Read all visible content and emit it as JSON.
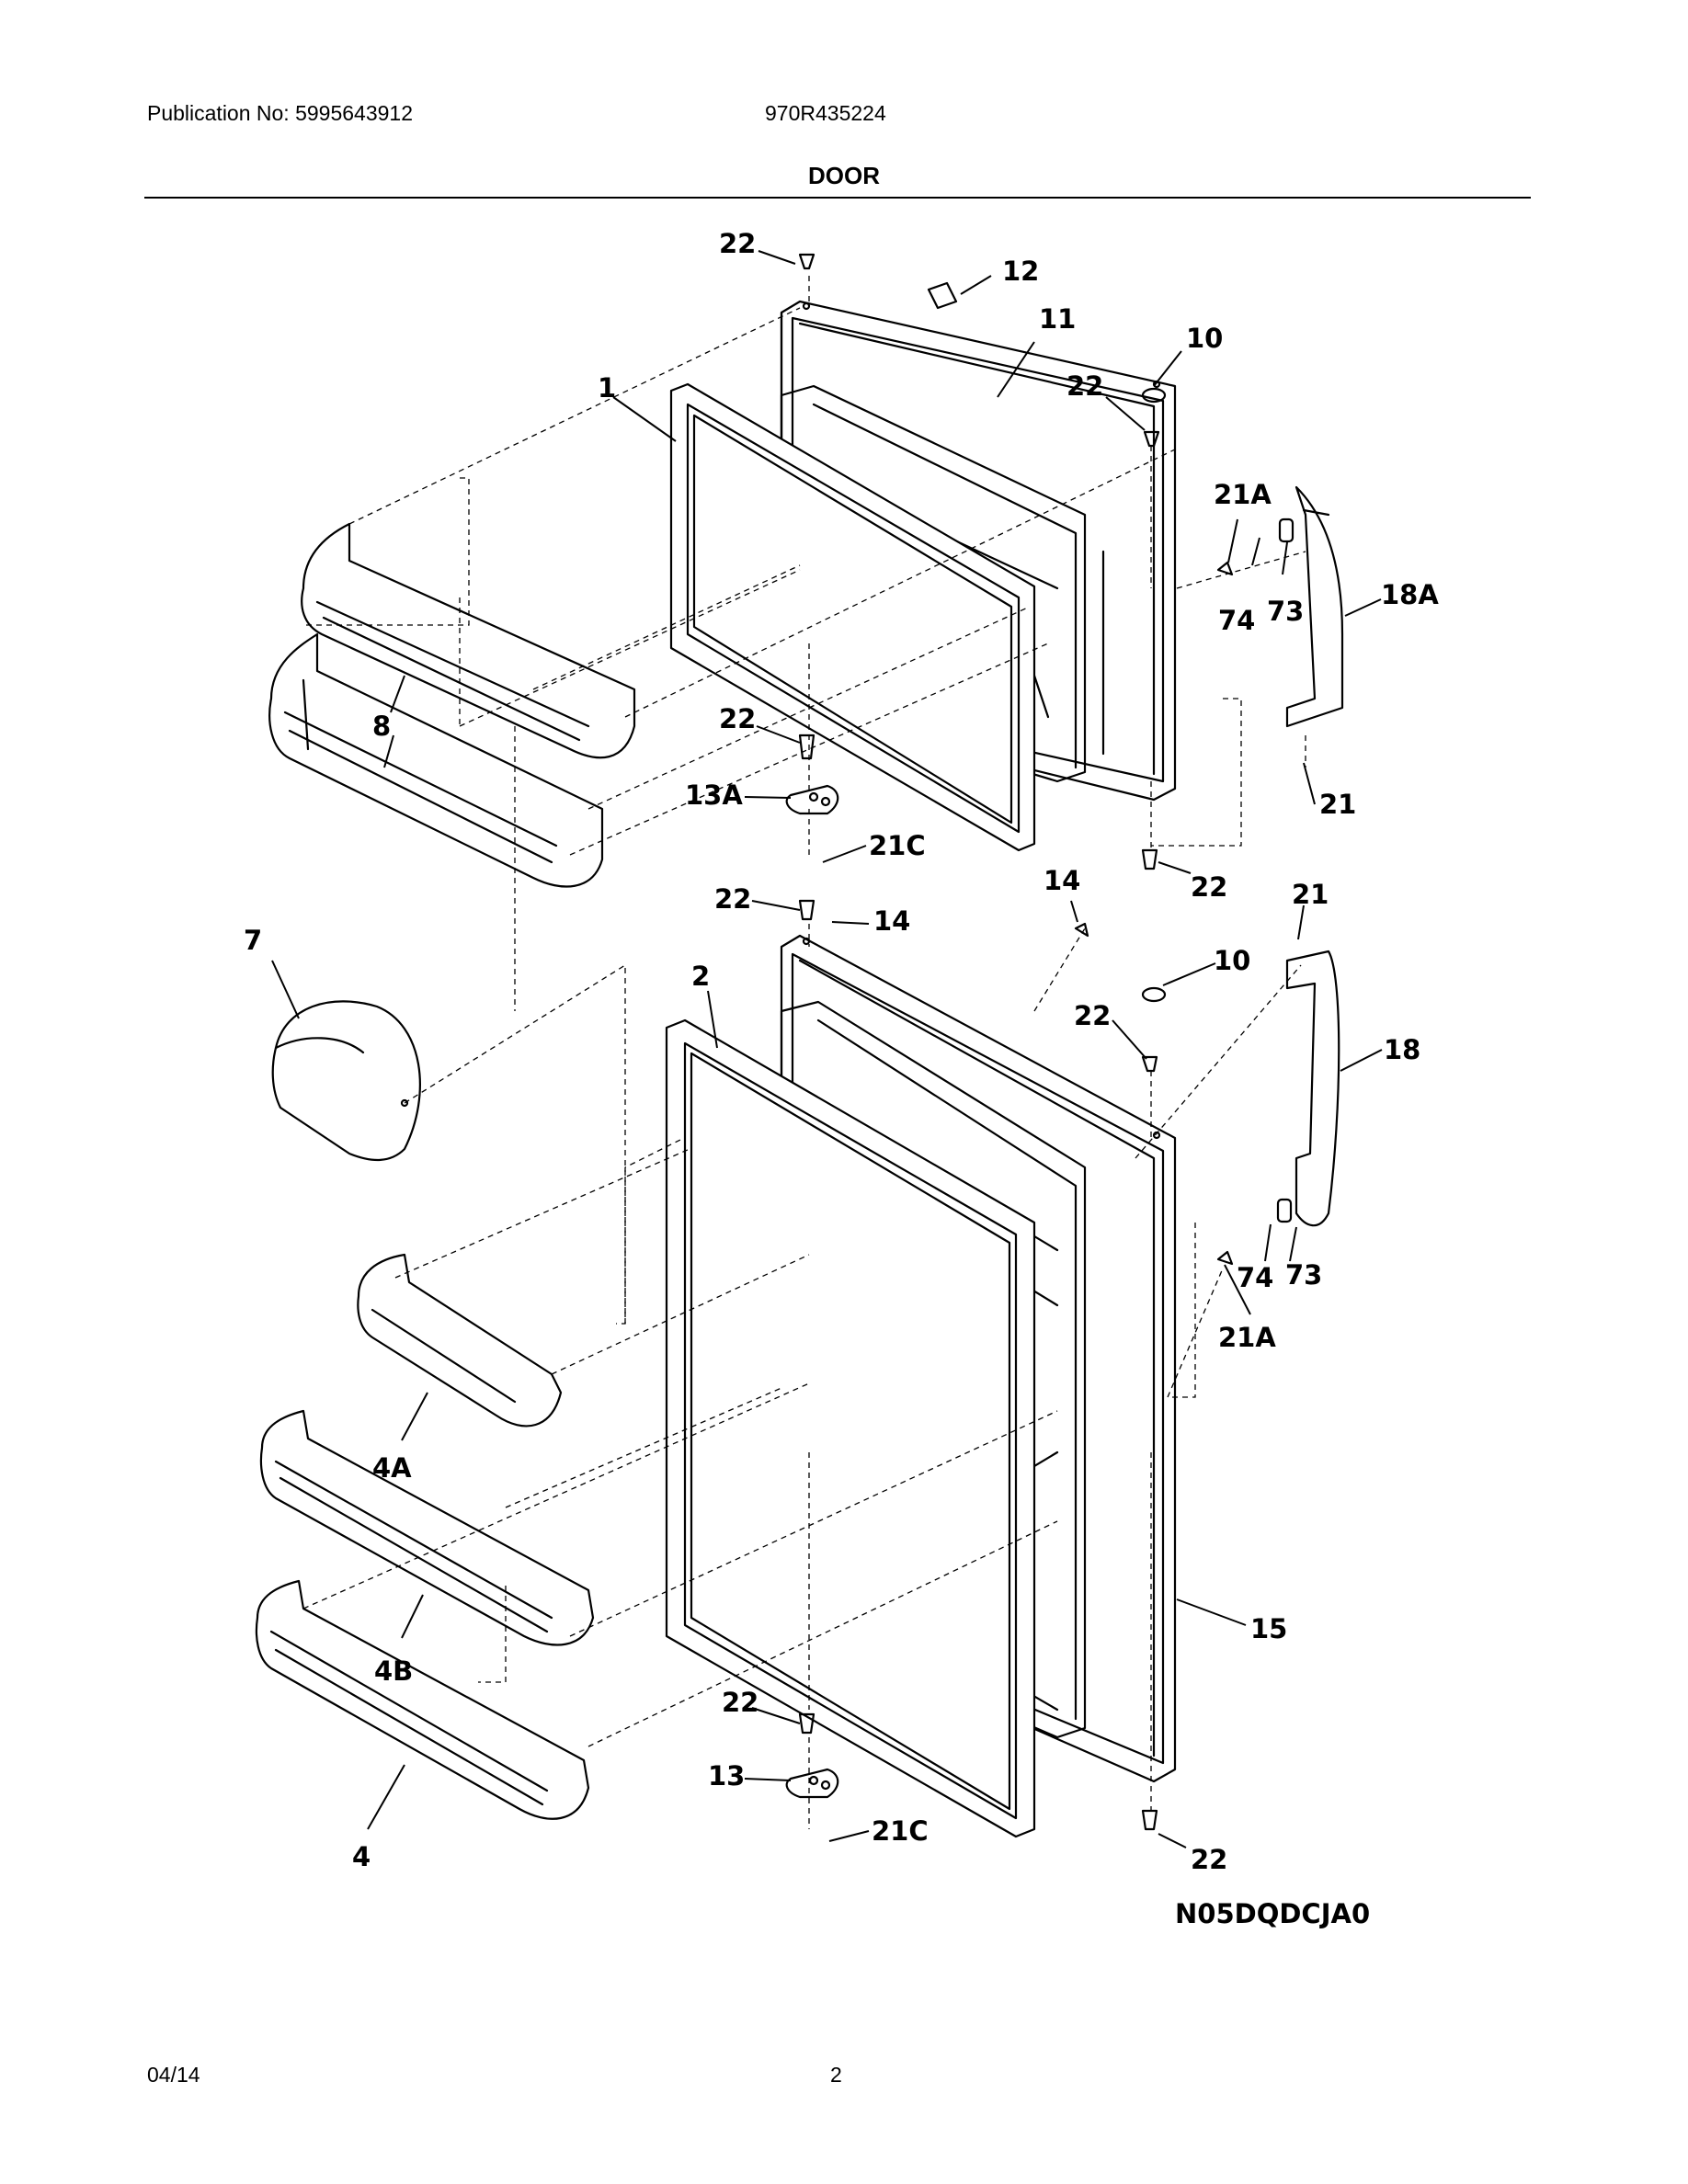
{
  "header": {
    "publication": "Publication No: 5995643912",
    "model": "970R435224",
    "section_title": "DOOR"
  },
  "diagram": {
    "labels": [
      {
        "id": "t22a",
        "text": "22"
      },
      {
        "id": "t12",
        "text": "12"
      },
      {
        "id": "t11",
        "text": "11"
      },
      {
        "id": "t10a",
        "text": "10"
      },
      {
        "id": "t22b",
        "text": "22"
      },
      {
        "id": "t1",
        "text": "1"
      },
      {
        "id": "t21Aa",
        "text": "21A"
      },
      {
        "id": "t74a",
        "text": "74"
      },
      {
        "id": "t73a",
        "text": "73"
      },
      {
        "id": "t18A",
        "text": "18A"
      },
      {
        "id": "t8",
        "text": "8"
      },
      {
        "id": "t22c",
        "text": "22"
      },
      {
        "id": "t13A",
        "text": "13A"
      },
      {
        "id": "t21Ca",
        "text": "21C"
      },
      {
        "id": "t21a",
        "text": "21"
      },
      {
        "id": "t14a",
        "text": "14"
      },
      {
        "id": "t22d",
        "text": "22"
      },
      {
        "id": "t22e",
        "text": "22"
      },
      {
        "id": "t14b",
        "text": "14"
      },
      {
        "id": "t21b",
        "text": "21"
      },
      {
        "id": "t7",
        "text": "7"
      },
      {
        "id": "t2",
        "text": "2"
      },
      {
        "id": "t10b",
        "text": "10"
      },
      {
        "id": "t22f",
        "text": "22"
      },
      {
        "id": "t18",
        "text": "18"
      },
      {
        "id": "t74b",
        "text": "74"
      },
      {
        "id": "t73b",
        "text": "73"
      },
      {
        "id": "t21Ab",
        "text": "21A"
      },
      {
        "id": "t4A",
        "text": "4A"
      },
      {
        "id": "t4B",
        "text": "4B"
      },
      {
        "id": "t15",
        "text": "15"
      },
      {
        "id": "t22g",
        "text": "22"
      },
      {
        "id": "t13",
        "text": "13"
      },
      {
        "id": "t21Cb",
        "text": "21C"
      },
      {
        "id": "t22h",
        "text": "22"
      },
      {
        "id": "t4",
        "text": "4"
      }
    ],
    "diagram_code": "N05DQDCJA0"
  },
  "footer": {
    "date": "04/14",
    "page": "2"
  }
}
